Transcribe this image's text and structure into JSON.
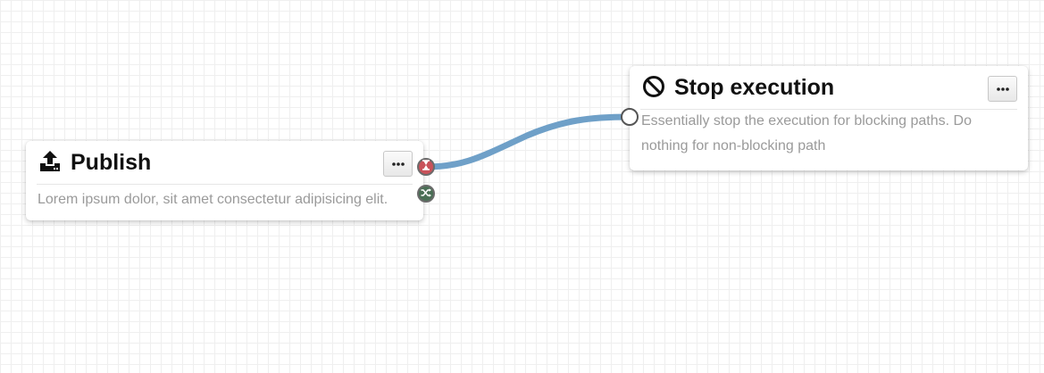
{
  "nodes": {
    "publish": {
      "title": "Publish",
      "icon": "upload-icon",
      "description": "Lorem ipsum dolor, sit amet consectetur adipisicing elit.",
      "more_button_icon": "ellipsis-icon",
      "outputs": [
        {
          "name": "blocking",
          "icon": "hourglass-icon",
          "color": "#c9525a"
        },
        {
          "name": "non-blocking",
          "icon": "shuffle-icon",
          "color": "#4a6f55"
        }
      ]
    },
    "stop": {
      "title": "Stop execution",
      "icon": "ban-icon",
      "description": "Essentially stop the execution for blocking paths. Do nothing for non-blocking path",
      "more_button_icon": "ellipsis-icon"
    }
  },
  "connections": [
    {
      "from": "publish.blocking",
      "to": "stop.input",
      "color": "#6fa0c8"
    }
  ],
  "colors": {
    "connector": "#6fa0c8",
    "grid": "#efefef"
  }
}
